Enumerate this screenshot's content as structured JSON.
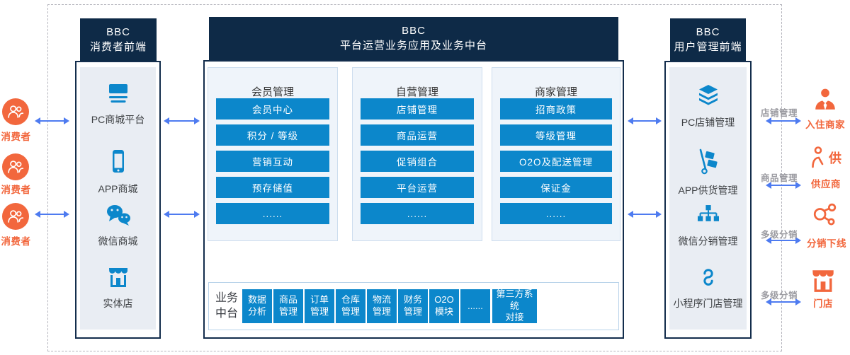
{
  "palette": {
    "navy": "#0e2a47",
    "button_blue": "#0c87cb",
    "orange": "#f2673d",
    "arrow_blue": "#4e7bf0",
    "relation_gray": "#9b9ba1",
    "panel_inner_gray": "#e9edf3",
    "column_bg": "#eff4fa"
  },
  "left_actors": [
    {
      "label": "消费者"
    },
    {
      "label": "消费者"
    },
    {
      "label": "消费者"
    }
  ],
  "left_panel": {
    "header_line1": "BBC",
    "header_line2": "消费者前端",
    "items": [
      {
        "icon": "pc-mall-icon",
        "label": "PC商城平台"
      },
      {
        "icon": "app-mall-icon",
        "label": "APP商城"
      },
      {
        "icon": "wechat-mall-icon",
        "label": "微信商城"
      },
      {
        "icon": "physical-store-icon",
        "label": "实体店"
      }
    ]
  },
  "center_panel": {
    "header_line1": "BBC",
    "header_line2": "平台运营业务应用及业务中台",
    "columns": [
      {
        "title": "会员管理",
        "buttons": [
          "会员中心",
          "积分 / 等级",
          "营销互动",
          "预存储值",
          "......"
        ]
      },
      {
        "title": "自营管理",
        "buttons": [
          "店铺管理",
          "商品运营",
          "促销组合",
          "平台运营",
          "......"
        ]
      },
      {
        "title": "商家管理",
        "buttons": [
          "招商政策",
          "等级管理",
          "O2O及配送管理",
          "保证金",
          "......"
        ]
      }
    ],
    "bottom_bar": {
      "label_line1": "业务",
      "label_line2": "中台",
      "boxes": [
        {
          "line1": "数据",
          "line2": "分析"
        },
        {
          "line1": "商品",
          "line2": "管理"
        },
        {
          "line1": "订单",
          "line2": "管理"
        },
        {
          "line1": "仓库",
          "line2": "管理"
        },
        {
          "line1": "物流",
          "line2": "管理"
        },
        {
          "line1": "财务",
          "line2": "管理"
        },
        {
          "line1": "O2O",
          "line2": "模块"
        },
        {
          "line1": "......",
          "line2": ""
        },
        {
          "line1": "第三方系统",
          "line2": "对接"
        }
      ]
    }
  },
  "right_panel": {
    "header_line1": "BBC",
    "header_line2": "用户管理前端",
    "items": [
      {
        "icon": "layers-icon",
        "label": "PC店铺管理"
      },
      {
        "icon": "dolly-icon",
        "label": "APP供货管理"
      },
      {
        "icon": "org-tree-icon",
        "label": "微信分销管理"
      },
      {
        "icon": "miniprogram-icon",
        "label": "小程序门店管理"
      }
    ]
  },
  "right_actors": [
    {
      "relation": "店铺管理",
      "name": "入住商家",
      "icon": "merchant-icon"
    },
    {
      "relation": "商品管理",
      "name": "供应商",
      "icon": "supplier-icon",
      "icon_char": "供"
    },
    {
      "relation": "多级分销",
      "name": "分销下线",
      "icon": "distribution-icon"
    },
    {
      "relation": "多级分销",
      "name": "门店",
      "icon": "storefront-icon"
    }
  ]
}
